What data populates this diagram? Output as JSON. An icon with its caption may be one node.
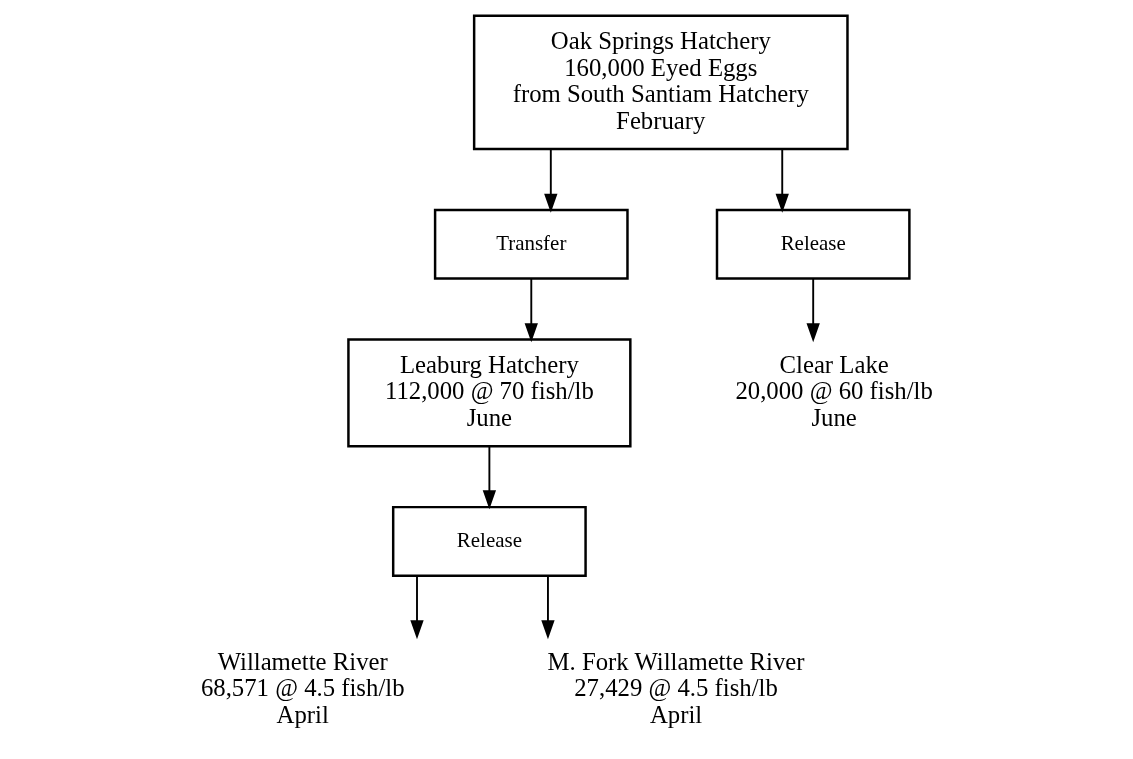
{
  "diagram": {
    "nodes": [
      {
        "text": [
          "Oak Springs Hatchery",
          "160,000 Eyed Eggs",
          "from South Santiam Hatchery",
          "February"
        ]
      },
      {
        "text": [
          "Transfer"
        ]
      },
      {
        "text": [
          "Release"
        ]
      },
      {
        "text": [
          "Leaburg Hatchery",
          "112,000 @ 70 fish/lb",
          "June"
        ]
      },
      {
        "text": [
          "Release"
        ]
      },
      {
        "text": [
          "Clear Lake",
          "20,000 @ 60 fish/lb",
          "June"
        ]
      },
      {
        "text": [
          "Willamette River",
          "68,571 @ 4.5 fish/lb",
          "April"
        ]
      },
      {
        "text": [
          "M. Fork Willamette River",
          "27,429 @ 4.5 fish/lb",
          "April"
        ]
      }
    ],
    "edges": [
      {
        "from": 0,
        "to": 1,
        "arrow": "to"
      },
      {
        "from": 0,
        "to": 2,
        "arrow": "to"
      },
      {
        "from": 1,
        "to": 3,
        "arrow": "to"
      },
      {
        "from": 3,
        "to": 4,
        "arrow": "to"
      },
      {
        "from": 2,
        "to": 5,
        "arrow": "to"
      },
      {
        "from": 4,
        "to": 6,
        "arrow": "to"
      },
      {
        "from": 4,
        "to": 7,
        "arrow": "to"
      }
    ]
  }
}
